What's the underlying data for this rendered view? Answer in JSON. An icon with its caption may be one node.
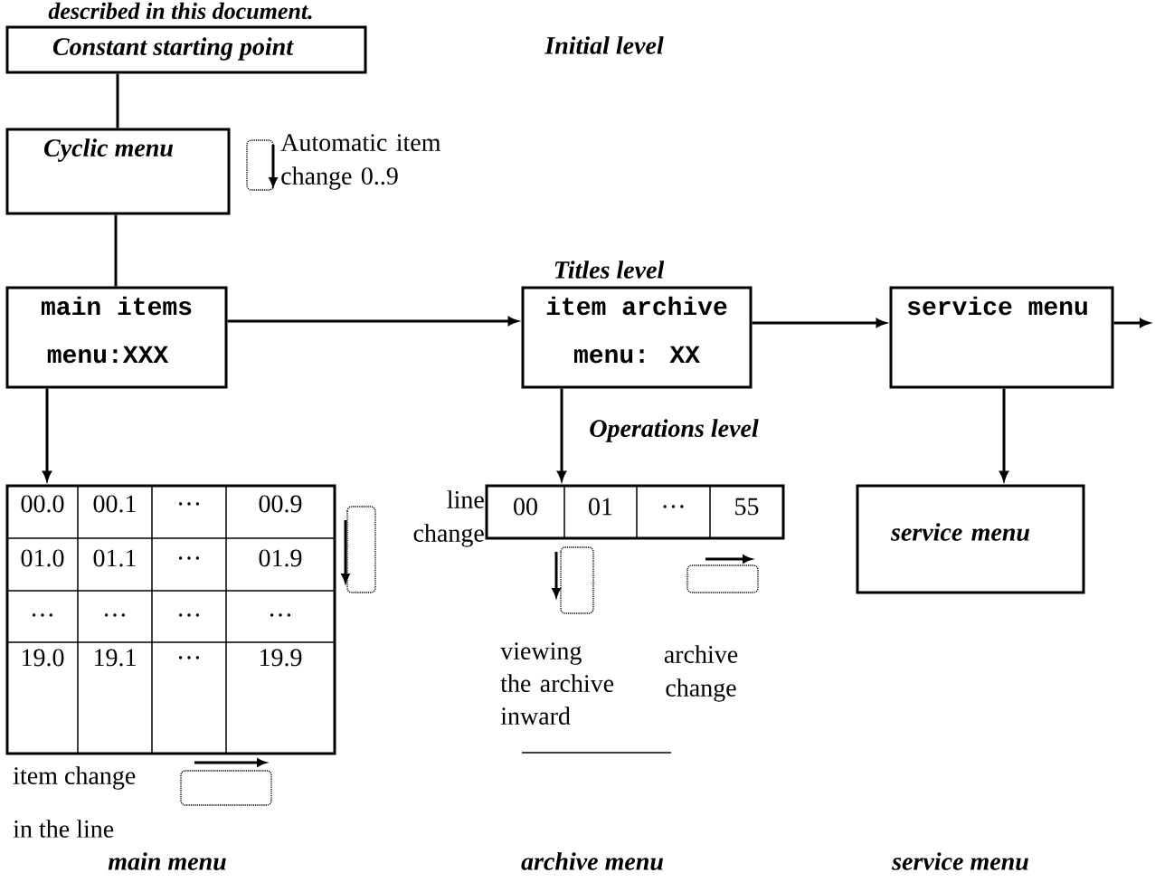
{
  "diagram": {
    "nodes": [
      {
        "text": [
          "Constant starting point"
        ]
      },
      {
        "text": [
          "Cyclic menu"
        ]
      },
      {
        "text": [
          "main items",
          "menu:XXX"
        ]
      },
      {
        "text": [
          "item archive",
          "menu: XX"
        ]
      },
      {
        "text": [
          "service menu"
        ]
      },
      {
        "text": [
          "00.0",
          "00.1",
          "…",
          "00.9",
          "01.0",
          "01.1",
          "…",
          "01.9",
          "…",
          "…",
          "…",
          "…",
          "19.0",
          "19.1",
          "…",
          "19.9"
        ]
      },
      {
        "text": [
          "00",
          "01",
          "…",
          "55"
        ],
        "beside": [
          "line change"
        ]
      },
      {
        "text": [
          "service menu"
        ]
      }
    ],
    "edges": [
      {
        "from": 0,
        "to": 1,
        "arrow": "none"
      },
      {
        "from": 1,
        "to": 2,
        "arrow": "none"
      },
      {
        "from": 2,
        "to": 3,
        "arrow": "to"
      },
      {
        "from": 3,
        "to": 4,
        "arrow": "to"
      },
      {
        "from": 4,
        "to": null,
        "arrow": "to"
      },
      {
        "from": 2,
        "to": 5,
        "arrow": "to"
      },
      {
        "from": 3,
        "to": 6,
        "arrow": "to"
      },
      {
        "from": 4,
        "to": 7,
        "arrow": "to"
      }
    ],
    "labels": [
      "described in this document.",
      "Initial level",
      "Automatic item change 0..9",
      "Titles level",
      "Operations level",
      "viewing the archive inward",
      "archive change",
      "item change",
      "in the line",
      "main menu",
      "archive menu",
      "service menu"
    ]
  }
}
